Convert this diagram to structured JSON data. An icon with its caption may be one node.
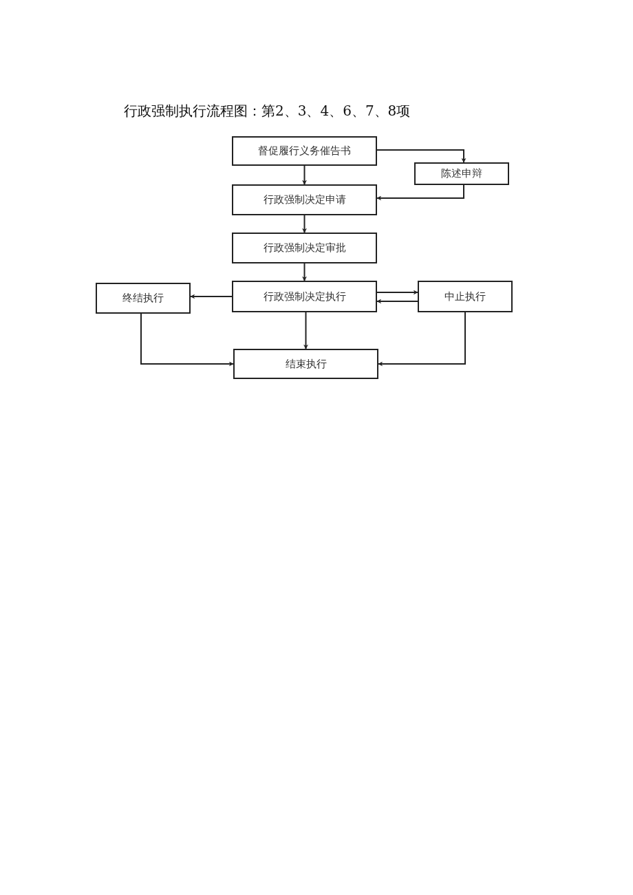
{
  "diagram": {
    "title": "行政强制执行流程图：第2、3、4、6、7、8项",
    "nodes": [
      {
        "text": [
          "督促履行义务催告书"
        ]
      },
      {
        "text": [
          "陈述申辩"
        ]
      },
      {
        "text": [
          "行政强制决定申请"
        ]
      },
      {
        "text": [
          "行政强制决定审批"
        ]
      },
      {
        "text": [
          "终结执行"
        ]
      },
      {
        "text": [
          "行政强制决定执行"
        ]
      },
      {
        "text": [
          "中止执行"
        ]
      },
      {
        "text": [
          "结束执行"
        ]
      }
    ],
    "edges": [
      {
        "from": 0,
        "to": 2,
        "arrow": "to"
      },
      {
        "from": 0,
        "to": 1,
        "arrow": "to"
      },
      {
        "from": 1,
        "to": 2,
        "arrow": "to"
      },
      {
        "from": 2,
        "to": 3,
        "arrow": "to"
      },
      {
        "from": 3,
        "to": 5,
        "arrow": "to"
      },
      {
        "from": 5,
        "to": 4,
        "arrow": "to"
      },
      {
        "from": 5,
        "to": 6,
        "arrow": "to"
      },
      {
        "from": 6,
        "to": 5,
        "arrow": "to"
      },
      {
        "from": 5,
        "to": 7,
        "arrow": "to"
      },
      {
        "from": 4,
        "to": 7,
        "arrow": "to"
      },
      {
        "from": 6,
        "to": 7,
        "arrow": "to"
      }
    ]
  }
}
